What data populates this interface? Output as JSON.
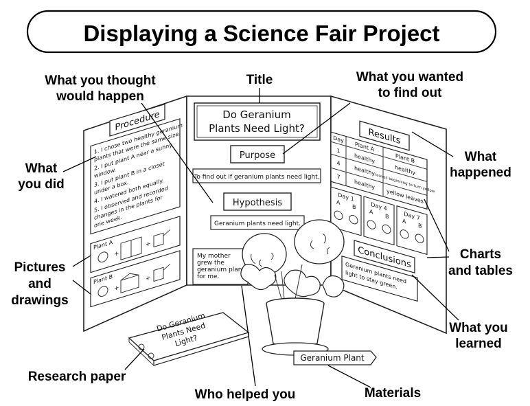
{
  "title": "Displaying a Science Fair Project",
  "callouts": {
    "what_you_thought": [
      "What you thought",
      "would happen"
    ],
    "title_label": "Title",
    "what_you_wanted": [
      "What you wanted",
      "to find out"
    ],
    "what_you_did": [
      "What",
      "you did"
    ],
    "what_happened": [
      "What",
      "happened"
    ],
    "pictures": [
      "Pictures",
      "and",
      "drawings"
    ],
    "charts": [
      "Charts",
      "and tables"
    ],
    "what_you_learned": [
      "What you",
      "learned"
    ],
    "research_paper": "Research paper",
    "who_helped": "Who helped you",
    "materials": "Materials"
  },
  "board": {
    "project_title": [
      "Do Geranium",
      "Plants Need Light?"
    ],
    "purpose_label": "Purpose",
    "purpose_text": "To find out if geranium plants need light.",
    "hypothesis_label": "Hypothesis",
    "hypothesis_text": "Geranium plants need light.",
    "procedure_label": "Procedure",
    "procedure_lines": [
      "1. I chose two healthy geranium",
      "plants that were the same size.",
      "2. I put plant A near a sunny",
      "window.",
      "3. I put plant B in a closet",
      "under a box.",
      "4. I watered both equally.",
      "5. I observed and recorded",
      "changes in the plants for",
      "one week."
    ],
    "plant_a_label": "Plant A",
    "plant_b_label": "Plant B",
    "helper_lines": [
      "My mother",
      "grew the",
      "geranium plants",
      "for me."
    ],
    "results_label": "Results",
    "results_table": {
      "headers": [
        "Day",
        "Plant A",
        "Plant B"
      ],
      "rows": [
        [
          "1",
          "healthy",
          "healthy"
        ],
        [
          "4",
          "healthy",
          "leaves beginning to turn yellow"
        ],
        [
          "7",
          "healthy",
          "yellow leaves"
        ]
      ]
    },
    "day_panels": [
      {
        "label": "Day 1",
        "a": "A",
        "b": "B"
      },
      {
        "label": "Day 4",
        "a": "A",
        "b": "B"
      },
      {
        "label": "Day 7",
        "a": "A",
        "b": "B"
      }
    ],
    "conclusions_label": "Conclusions",
    "conclusions_lines": [
      "Geranium plants need",
      "light to stay green."
    ]
  },
  "research_paper_cover": [
    "Do Geranium",
    "Plants Need",
    "Light?"
  ],
  "plant_tag": "Geranium Plant"
}
